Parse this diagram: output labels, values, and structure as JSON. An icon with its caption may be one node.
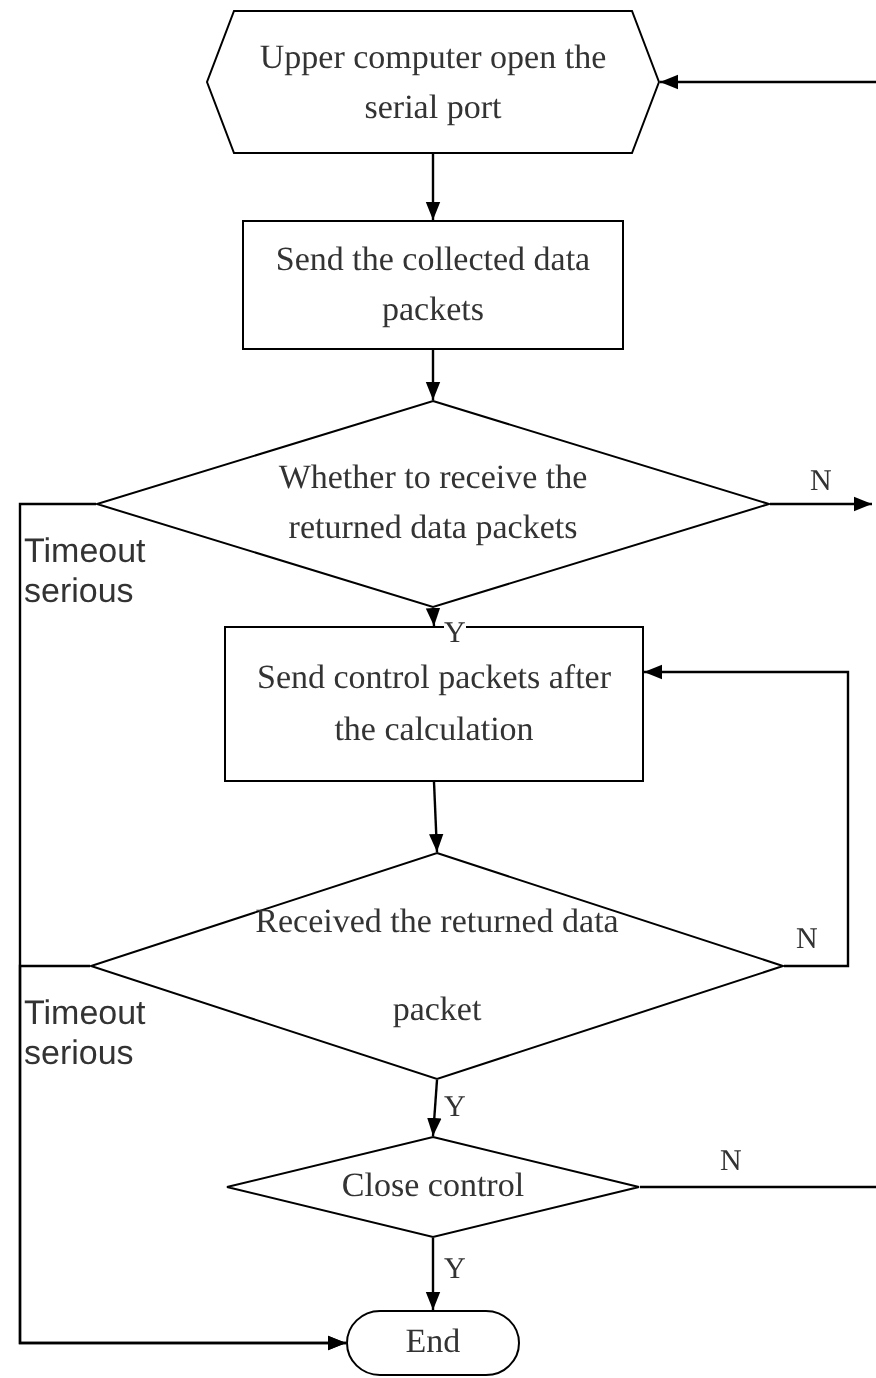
{
  "diagram": {
    "nodes": [
      {
        "text": [
          "Upper computer open the serial port"
        ]
      },
      {
        "text": [
          "Send the collected data packets"
        ]
      },
      {
        "text": [
          "Whether to receive the returned data packets"
        ]
      },
      {
        "text": [
          "Send control packets after the calculation"
        ]
      },
      {
        "text": [
          "Received the returned data packet"
        ]
      },
      {
        "text": [
          "Close control"
        ]
      },
      {
        "text": [
          "End"
        ]
      }
    ],
    "edges": [
      {
        "from": 0,
        "to": 1,
        "arrow": "to"
      },
      {
        "from": 1,
        "to": 2,
        "arrow": "to"
      },
      {
        "from": 2,
        "to": 3,
        "arrow": "to",
        "label": "Y"
      },
      {
        "from": 2,
        "to": null,
        "arrow": "to",
        "label": "N"
      },
      {
        "from": null,
        "to": 0,
        "arrow": "to"
      },
      {
        "from": 3,
        "to": 4,
        "arrow": "to"
      },
      {
        "from": 4,
        "to": 3,
        "arrow": "to",
        "label": "N"
      },
      {
        "from": 4,
        "to": 5,
        "arrow": "to",
        "label": "Y"
      },
      {
        "from": 5,
        "to": null,
        "arrow": "none",
        "label": "N"
      },
      {
        "from": 5,
        "to": 6,
        "arrow": "to",
        "label": "Y"
      },
      {
        "from": 2,
        "to": 6,
        "arrow": "to",
        "label": "Timeout serious"
      },
      {
        "from": 4,
        "to": 6,
        "arrow": "to",
        "label": "Timeout serious"
      }
    ]
  }
}
